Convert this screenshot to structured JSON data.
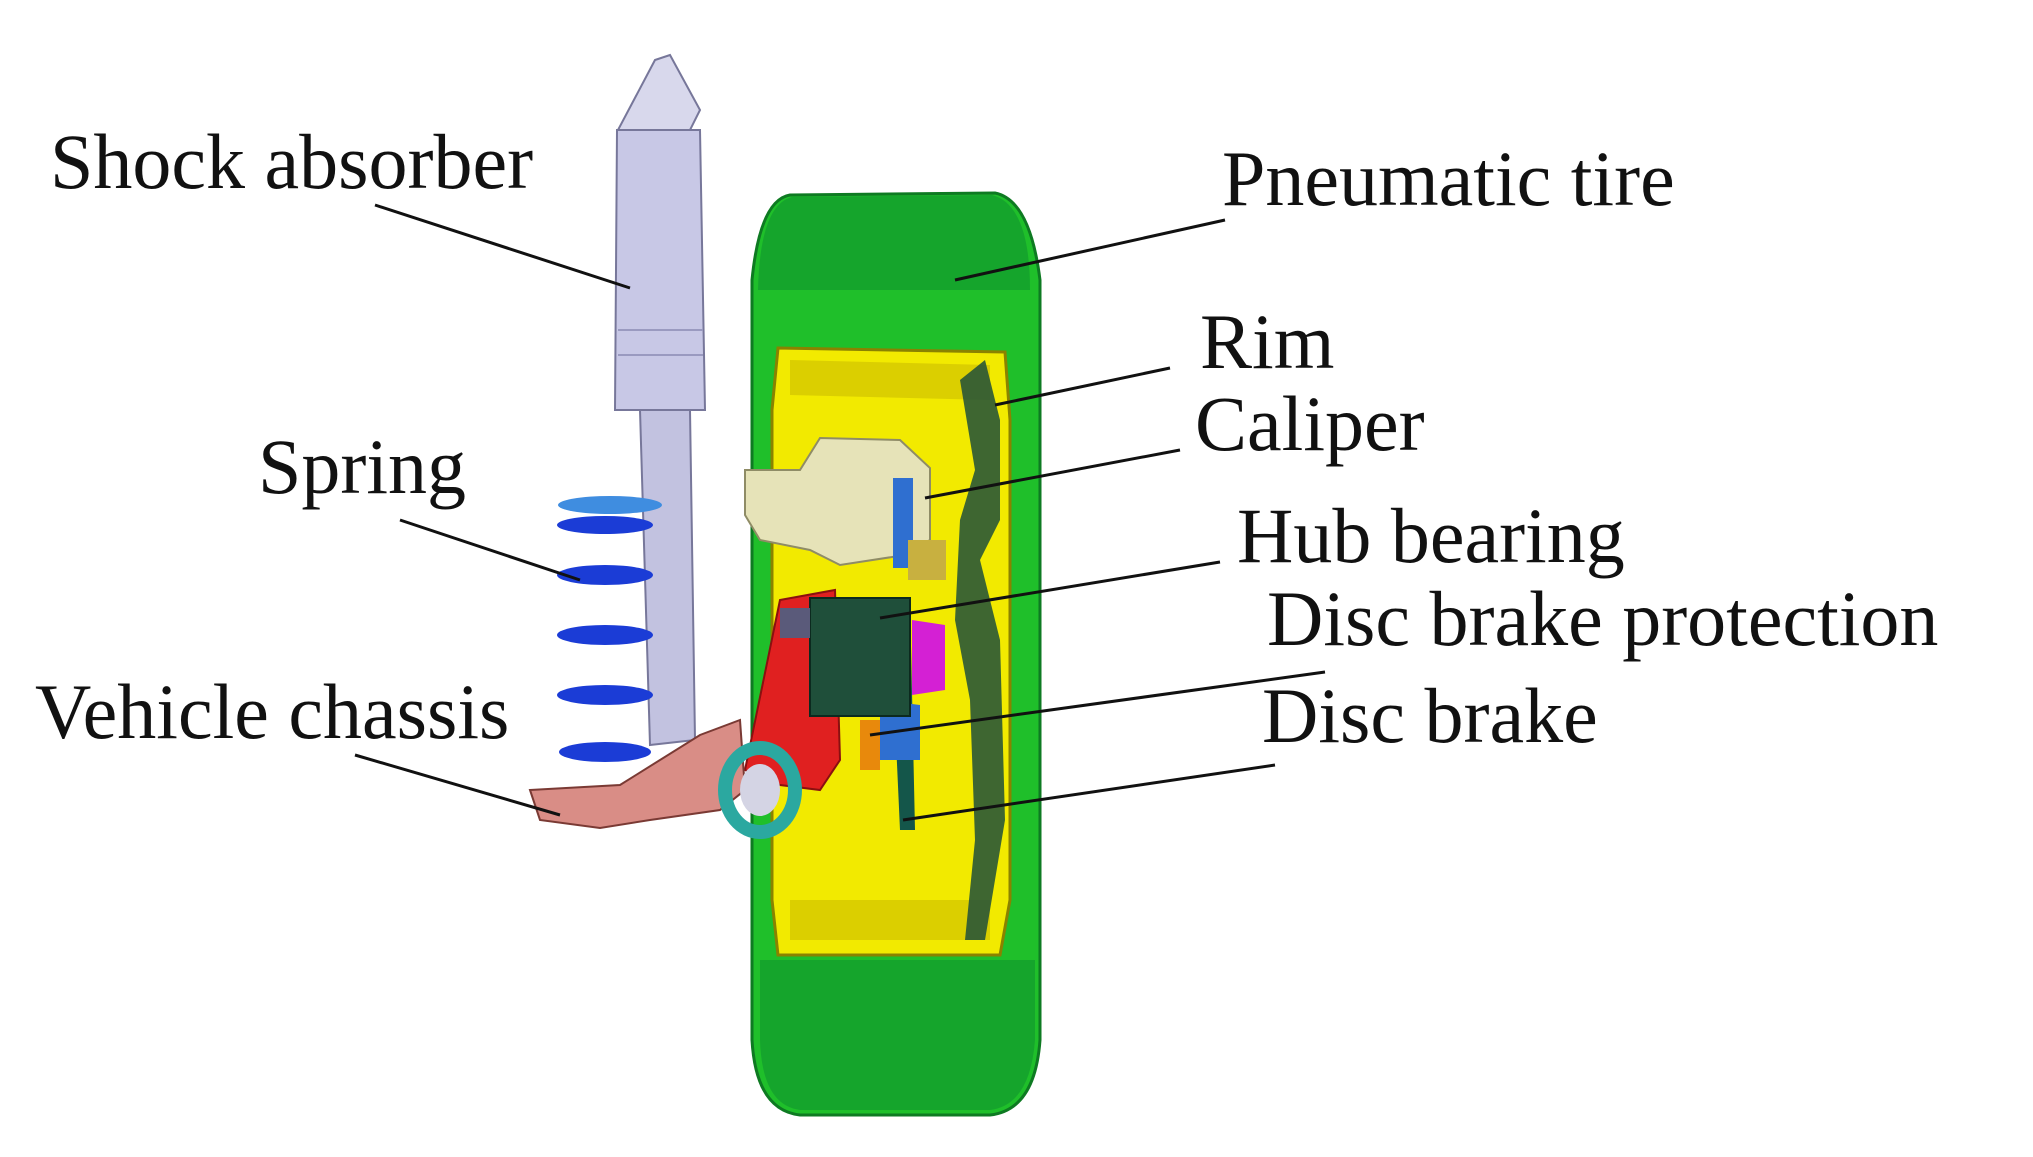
{
  "labels": {
    "shock_absorber": "Shock absorber",
    "pneumatic_tire": "Pneumatic tire",
    "rim": "Rim",
    "caliper": "Caliper",
    "spring": "Spring",
    "hub_bearing": "Hub bearing",
    "disc_brake_protection": "Disc brake protection",
    "vehicle_chassis": "Vehicle chassis",
    "disc_brake": "Disc brake"
  },
  "colors": {
    "tire": "#1fbf2a",
    "tire_dark": "#0e8a2a",
    "rim": "#f2ea00",
    "shock_absorber": "#c8c8e6",
    "spring": "#1b3cd6",
    "chassis": "#d98d86",
    "caliper": "#e6e3b8",
    "hub": "#1f4f3a",
    "protection": "#e02020",
    "disc": "#14564a",
    "hub_cap": "#d420d4",
    "bushing": "#2ba8a0"
  }
}
